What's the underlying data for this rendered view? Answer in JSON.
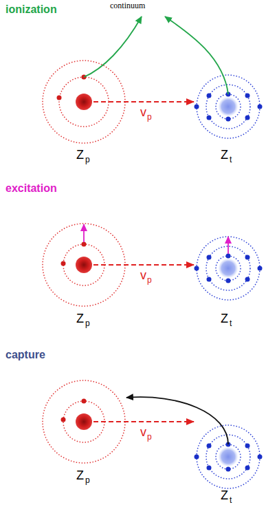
{
  "diagram": {
    "labels": [
      "ionization",
      "continuum",
      "v",
      "p",
      "Z",
      "p",
      "Z",
      "t",
      "excitation",
      "v",
      "p",
      "Z",
      "p",
      "Z",
      "t",
      "capture",
      "v",
      "p",
      "Z",
      "p",
      "Z",
      "t"
    ]
  }
}
